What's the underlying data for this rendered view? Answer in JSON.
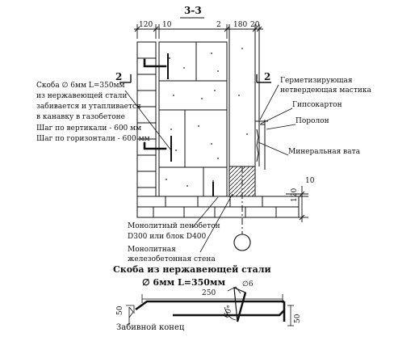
{
  "section_title": "3-3",
  "dims_top": [
    "120",
    "10",
    "2",
    "180",
    "20"
  ],
  "section_marks": [
    "2",
    "2"
  ],
  "dims_right": [
    "10",
    "120"
  ],
  "bracket_note": [
    "Скоба ∅ 6мм L=350мм",
    "из нержавеющей стали",
    "забивается и утапливается",
    "в канавку в газобетоне",
    "Шаг по вертикали - 600 мм",
    "Шаг по горизонтали - 600 мм"
  ],
  "right_labels": [
    "Герметизирующая",
    "нетвердеющая мастика",
    "Гипсокартон",
    "Поролон",
    "Минеральная вата"
  ],
  "bottom_labels": [
    "Монолитный пенобетон",
    "D300 или блок D400",
    "Монолитная",
    "железобетонная стена"
  ],
  "detail_title": "Скоба из нержавеющей стали",
  "detail_subtitle": "∅ 6мм L=350мм",
  "detail_dims": [
    "250",
    "50",
    "50",
    "∅6",
    "60°"
  ],
  "detail_label": "Забивной конец"
}
